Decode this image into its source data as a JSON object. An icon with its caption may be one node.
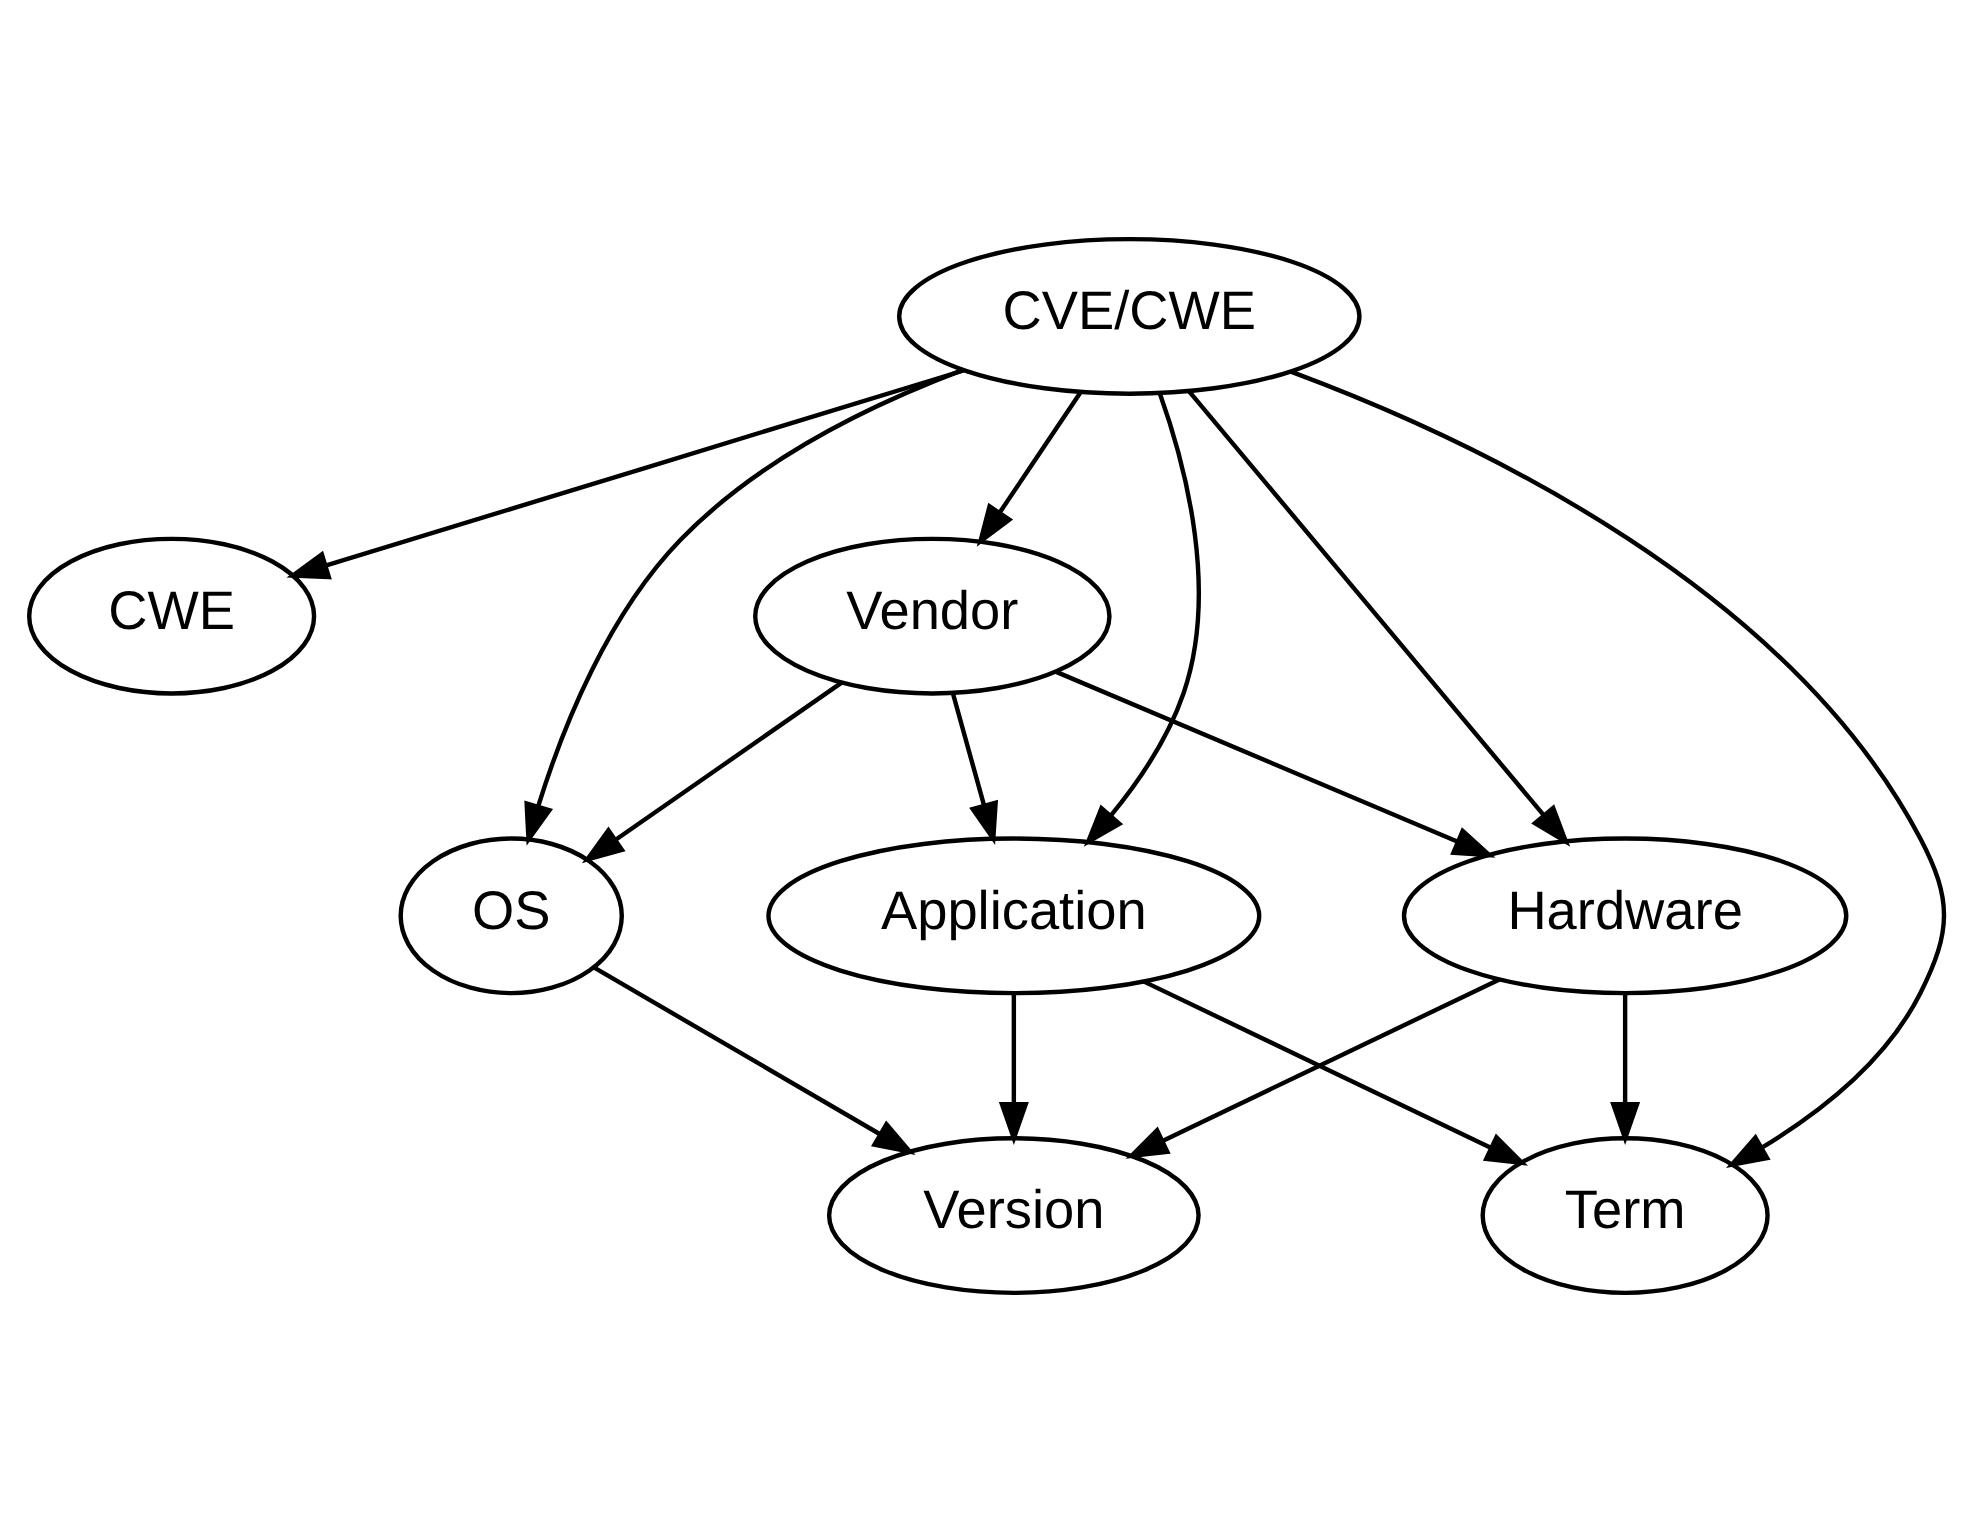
{
  "diagram": {
    "nodes": [
      {
        "text": [
          "CVE/CWE"
        ]
      },
      {
        "text": [
          "CWE"
        ]
      },
      {
        "text": [
          "OS"
        ]
      },
      {
        "text": [
          "Vendor"
        ]
      },
      {
        "text": [
          "Term"
        ]
      },
      {
        "text": [
          "Application"
        ]
      },
      {
        "text": [
          "Hardware"
        ]
      },
      {
        "text": [
          "Version"
        ]
      }
    ],
    "edges": [
      {
        "from": 0,
        "to": 1,
        "arrow": "to"
      },
      {
        "from": 0,
        "to": 2,
        "arrow": "to"
      },
      {
        "from": 0,
        "to": 3,
        "arrow": "to"
      },
      {
        "from": 0,
        "to": 5,
        "arrow": "to"
      },
      {
        "from": 0,
        "to": 6,
        "arrow": "to"
      },
      {
        "from": 0,
        "to": 4,
        "arrow": "to"
      },
      {
        "from": 3,
        "to": 2,
        "arrow": "to"
      },
      {
        "from": 3,
        "to": 5,
        "arrow": "to"
      },
      {
        "from": 3,
        "to": 6,
        "arrow": "to"
      },
      {
        "from": 5,
        "to": 4,
        "arrow": "to"
      },
      {
        "from": 6,
        "to": 4,
        "arrow": "to"
      },
      {
        "from": 2,
        "to": 7,
        "arrow": "to"
      },
      {
        "from": 5,
        "to": 7,
        "arrow": "to"
      },
      {
        "from": 6,
        "to": 7,
        "arrow": "to"
      }
    ]
  }
}
